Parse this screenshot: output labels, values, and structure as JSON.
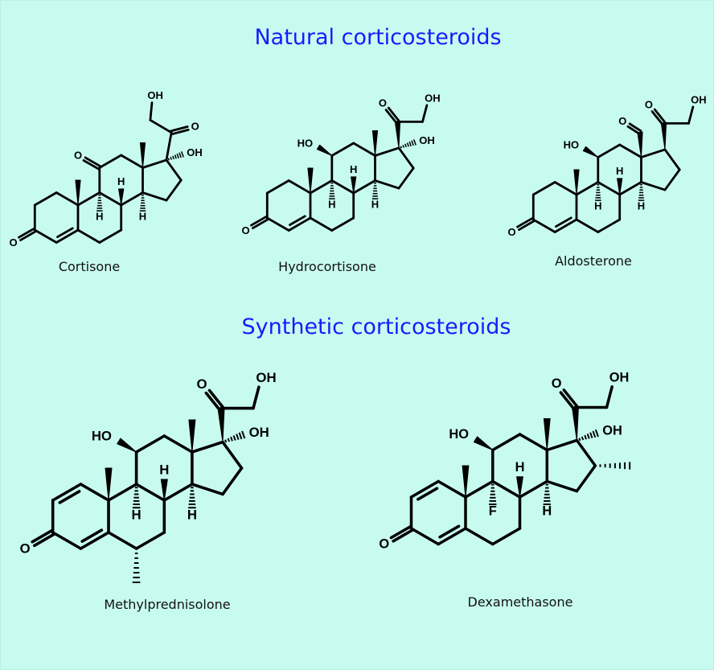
{
  "colors": {
    "background": "#c8fbef",
    "title": "#1a1aff",
    "bond": "#000000"
  },
  "sections": {
    "natural_title": "Natural corticosteroids",
    "synthetic_title": "Synthetic corticosteroids"
  },
  "molecules": {
    "cortisone": {
      "name": "Cortisone",
      "labels": {
        "O3": "O",
        "O11": "O",
        "H8": "H",
        "H9": "H",
        "H14": "H",
        "O20": "O",
        "O21": "OH",
        "O17": "OH"
      }
    },
    "hydrocortisone": {
      "name": "Hydrocortisone",
      "labels": {
        "O3": "O",
        "HO11": "HO",
        "H8": "H",
        "H9": "H",
        "H14": "H",
        "O20": "O",
        "O21": "OH",
        "O17": "OH"
      }
    },
    "aldosterone": {
      "name": "Aldosterone",
      "labels": {
        "O3": "O",
        "HO11": "HO",
        "H8": "H",
        "H9": "H",
        "H14": "H",
        "O18": "O",
        "O20": "O",
        "O21": "OH"
      }
    },
    "methylprednisolone": {
      "name": "Methylprednisolone",
      "labels": {
        "O3": "O",
        "HO11": "HO",
        "H8": "H",
        "H9": "H",
        "H14": "H",
        "O20": "O",
        "O21": "OH",
        "O17": "OH"
      }
    },
    "dexamethasone": {
      "name": "Dexamethasone",
      "labels": {
        "O3": "O",
        "HO11": "HO",
        "H8": "H",
        "F9": "F",
        "H14": "H",
        "O20": "O",
        "O21": "OH",
        "O17": "OH"
      }
    }
  }
}
